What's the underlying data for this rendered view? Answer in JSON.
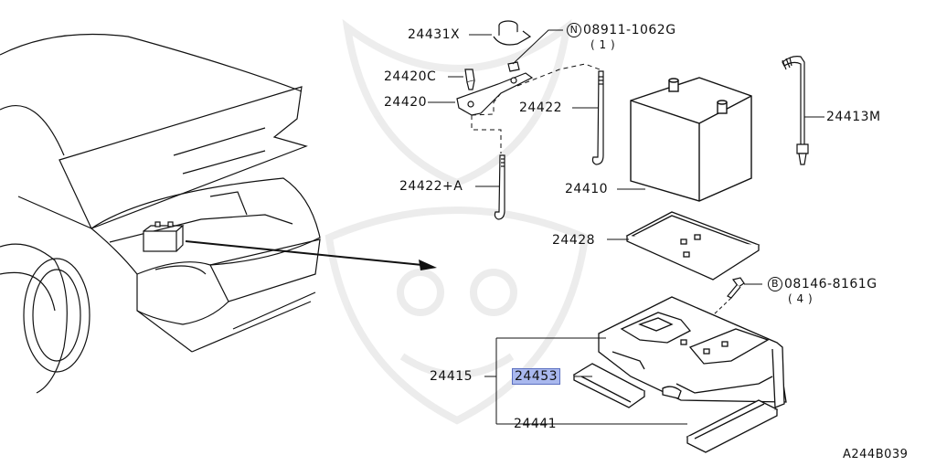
{
  "diagram_code": "A244B039",
  "parts": {
    "p24431X": "24431X",
    "p24420C": "24420C",
    "p24420": "24420",
    "p24422A": "24422+A",
    "p24422": "24422",
    "p24410": "24410",
    "p24413M": "24413M",
    "p24428": "24428",
    "p24415": "24415",
    "p24453": "24453",
    "p24441": "24441"
  },
  "callouts": {
    "nut": {
      "symbol": "N",
      "part_no": "08911-1062G",
      "qty": "( 1 )"
    },
    "bolt": {
      "symbol": "B",
      "part_no": "08146-8161G",
      "qty": "( 4 )"
    }
  },
  "highlight_color": "#a9b8ee"
}
